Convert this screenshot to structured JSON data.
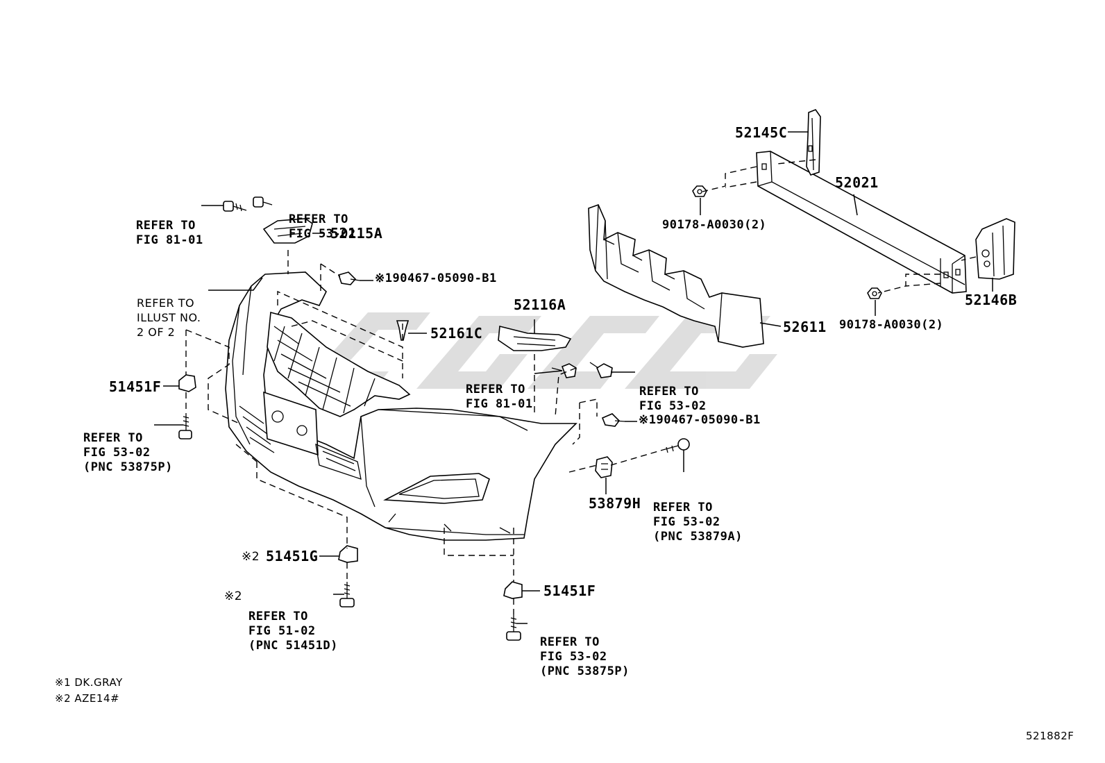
{
  "parts": {
    "p52145C": "52145C",
    "p52021": "52021",
    "p90178_left": "90178-A0030(2)",
    "p90178_right": "90178-A0030(2)",
    "p52146B": "52146B",
    "p52611": "52611",
    "p52115A": "52115A",
    "p90467_top": "※190467-05090-B1",
    "p90467_mid": "※190467-05090-B1",
    "p52116A": "52116A",
    "p52161C": "52161C",
    "p51451F_left": "51451F",
    "p51451F_bottom": "51451F",
    "p51451G": "51451G",
    "p51451G_mark": "※2",
    "p53879H": "53879H"
  },
  "refs": {
    "r_fig8101_top": [
      "REFER TO",
      "FIG 81-01"
    ],
    "r_fig5302_top": [
      "REFER TO",
      "FIG 53-02"
    ],
    "r_illust": [
      "REFER TO",
      "ILLUST NO.",
      "2 OF 2"
    ],
    "r_fig8101_mid": [
      "REFER TO",
      "FIG 81-01"
    ],
    "r_fig5302_mid": [
      "REFER TO",
      "FIG 53-02"
    ],
    "r_left_5302": [
      "REFER TO",
      "FIG 53-02",
      "(PNC 53875P)"
    ],
    "r_53879A": [
      "REFER TO",
      "FIG 53-02",
      "(PNC 53879A)"
    ],
    "r_5102": [
      "REFER TO",
      "FIG 51-02",
      "(PNC 51451D)"
    ],
    "r_5102_mark": "※2",
    "r_bottom_5302": [
      "REFER TO",
      "FIG 53-02",
      "(PNC 53875P)"
    ]
  },
  "notes": {
    "note1": "※1 DK.GRAY",
    "note2": "※2 AZE14#"
  },
  "figure_id": "521882F"
}
